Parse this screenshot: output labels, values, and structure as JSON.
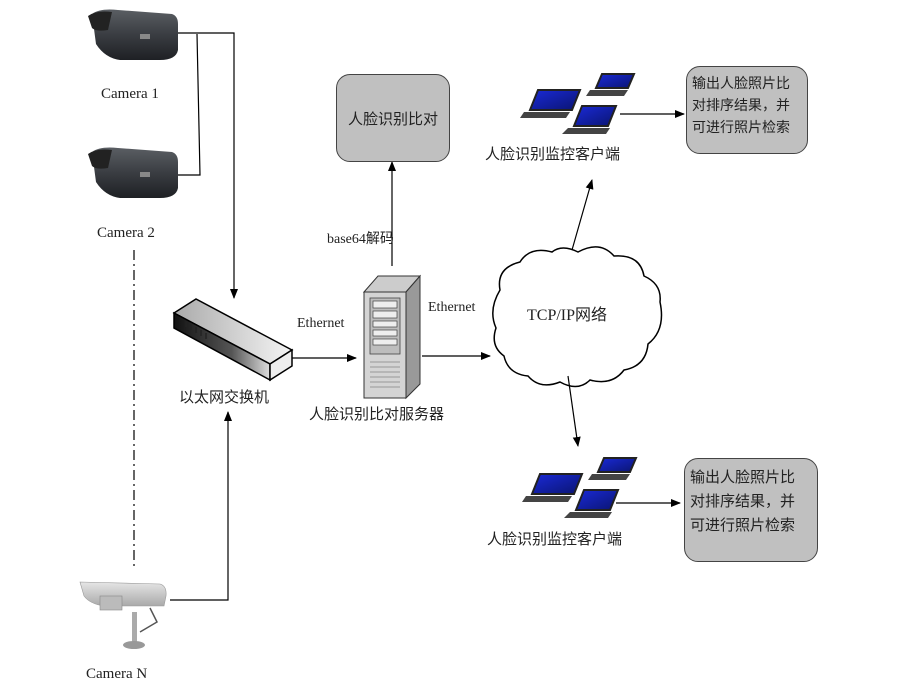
{
  "diagram": {
    "cameras": [
      {
        "id": "camera-1",
        "label": "Camera 1"
      },
      {
        "id": "camera-2",
        "label": "Camera 2"
      },
      {
        "id": "camera-n",
        "label": "Camera N"
      }
    ],
    "switch": {
      "label": "以太网交换机"
    },
    "server": {
      "label": "人脸识别比对服务器"
    },
    "compare_box": {
      "label": "人脸识别比对"
    },
    "decode_label": "base64解码",
    "ethernet_left": "Ethernet",
    "ethernet_right": "Ethernet",
    "network": {
      "label": "TCP/IP网络"
    },
    "clients": [
      {
        "label": "人脸识别监控客户端",
        "output_lines": [
          "输出人脸照片比",
          "对排序结果，并",
          "可进行照片检索"
        ]
      },
      {
        "label": "人脸识别监控客户端",
        "output_lines": [
          "输出人脸照片比",
          "对排序结果，并",
          "可进行照片检索"
        ]
      }
    ],
    "colors": {
      "box_fill": "#c0c0c0",
      "screen_blue": "#2233cc",
      "line": "#000000"
    }
  }
}
